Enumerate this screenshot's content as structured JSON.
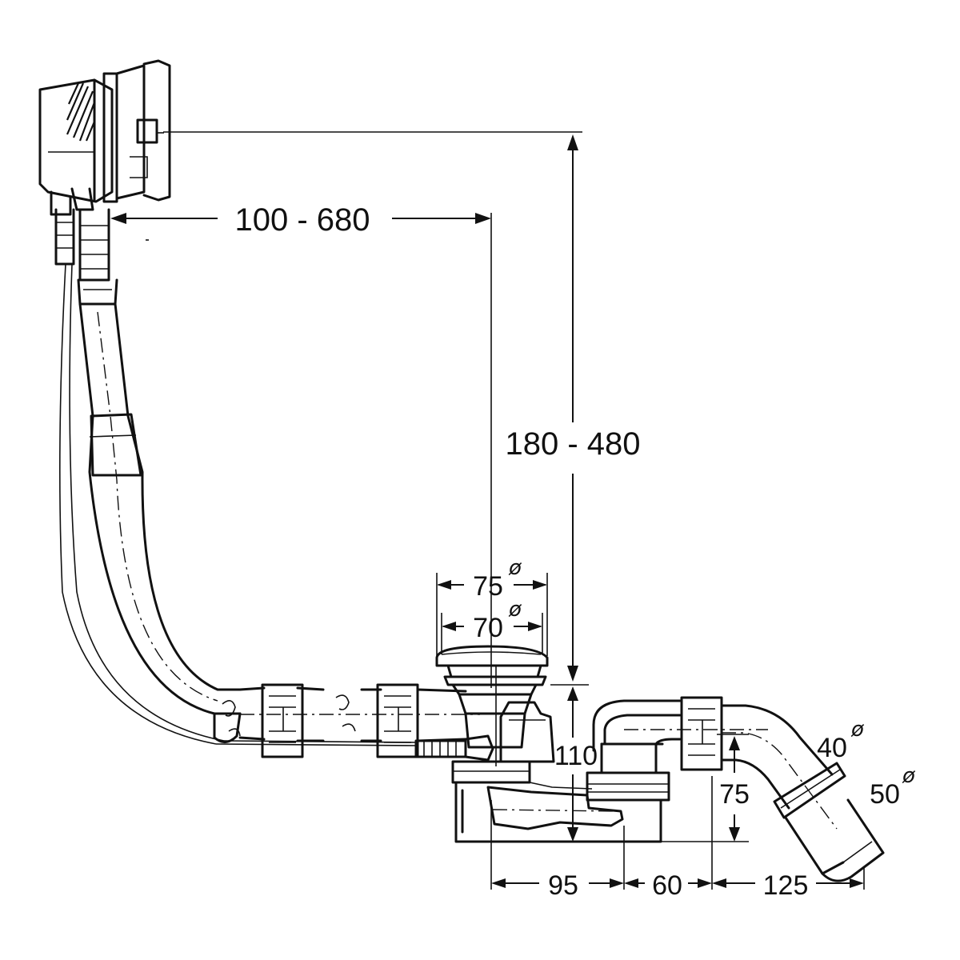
{
  "dimensions": {
    "horizontal_reach": "100 - 680",
    "vertical_reach": "180 - 480",
    "outer_diameter": "75",
    "inner_diameter": "70",
    "trap_height": "110",
    "outlet_height": "75",
    "connector_small": "40",
    "connector_large": "50",
    "spacing_a": "95",
    "spacing_b": "60",
    "spacing_c": "125"
  },
  "diameter_symbol": "ø"
}
